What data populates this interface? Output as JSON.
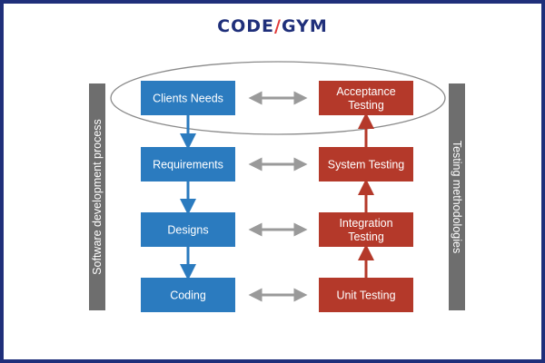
{
  "logo": {
    "left": "CODE",
    "right": "GYM"
  },
  "side_labels": {
    "left": "Software development process",
    "right": "Testing methodologies"
  },
  "development_steps": [
    {
      "lines": [
        "Clients Needs"
      ]
    },
    {
      "lines": [
        "Requirements"
      ]
    },
    {
      "lines": [
        "Designs"
      ]
    },
    {
      "lines": [
        "Coding"
      ]
    }
  ],
  "testing_steps": [
    {
      "lines": [
        "Acceptance",
        "Testing"
      ]
    },
    {
      "lines": [
        "System Testing"
      ]
    },
    {
      "lines": [
        "Integration",
        "Testing"
      ]
    },
    {
      "lines": [
        "Unit Testing"
      ]
    }
  ],
  "colors": {
    "development_box": "#2b7bbf",
    "testing_box": "#b4392a",
    "down_arrow": "#2b7bbf",
    "up_arrow": "#b4392a",
    "link_arrow": "#9a9a9a",
    "side_bar": "#6e6e6e",
    "frame": "#1f2f7a"
  }
}
